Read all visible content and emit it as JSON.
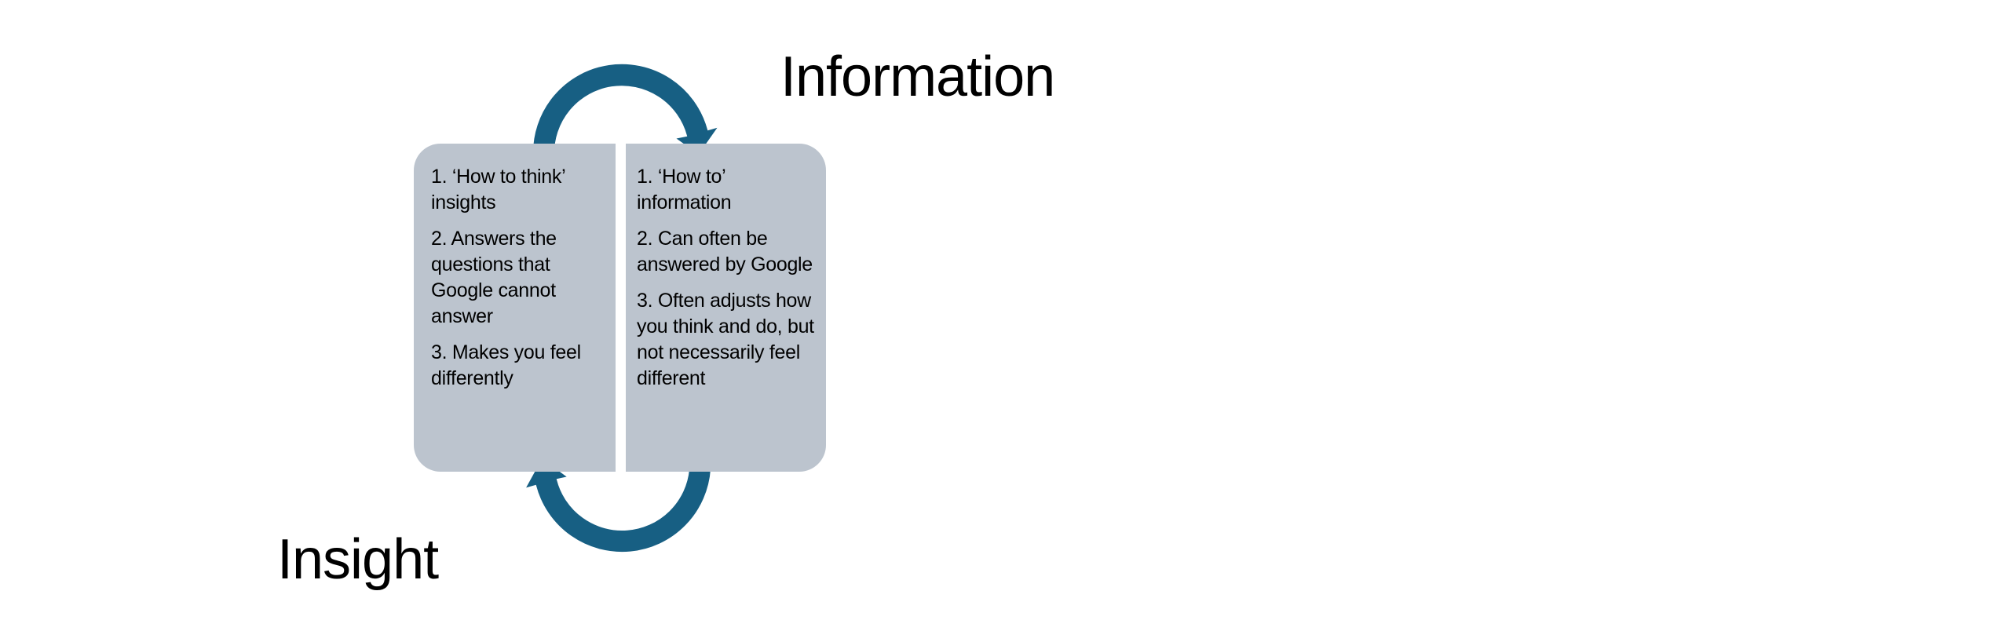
{
  "titles": {
    "information": "Information",
    "insight": "Insight"
  },
  "left_box": {
    "items": [
      "1. ‘How to think’ insights",
      "2. Answers the questions that Google cannot answer",
      "3. Makes you feel differently"
    ]
  },
  "right_box": {
    "items": [
      "1. ‘How to’ information",
      "2. Can often be answered by Google",
      "3. Often adjusts how you think and do, but not necessarily feel different"
    ]
  },
  "colors": {
    "arrow": "#175f83",
    "box": "#bcc4ce"
  }
}
